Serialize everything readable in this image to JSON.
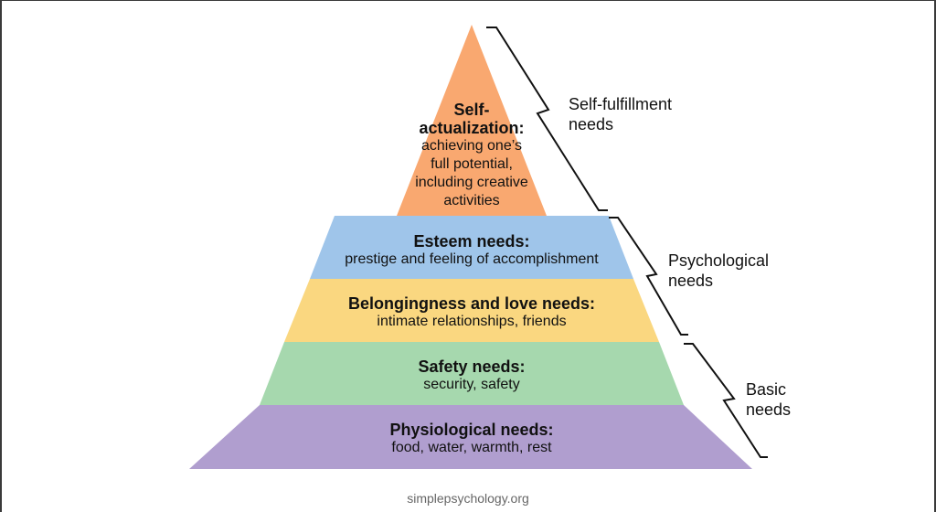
{
  "levels": [
    {
      "title_lines": [
        "Self-",
        "actualization:"
      ],
      "description_lines": [
        "achieving one’s",
        "full potential,",
        "including creative",
        "activities"
      ],
      "color": "#F9A870"
    },
    {
      "title_lines": [
        "Esteem needs:"
      ],
      "description_lines": [
        "prestige and feeling of accomplishment"
      ],
      "color": "#9FC5EA"
    },
    {
      "title_lines": [
        "Belongingness and love needs:"
      ],
      "description_lines": [
        "intimate relationships, friends"
      ],
      "color": "#FAD780"
    },
    {
      "title_lines": [
        "Safety needs:"
      ],
      "description_lines": [
        "security, safety"
      ],
      "color": "#A6D8AE"
    },
    {
      "title_lines": [
        "Physiological needs:"
      ],
      "description_lines": [
        "food, water, warmth, rest"
      ],
      "color": "#B09ECF"
    }
  ],
  "groups": [
    {
      "label_lines": [
        "Self-fulfillment",
        "needs"
      ]
    },
    {
      "label_lines": [
        "Psychological",
        "needs"
      ]
    },
    {
      "label_lines": [
        "Basic",
        "needs"
      ]
    }
  ],
  "source": "simplepsychology.org"
}
